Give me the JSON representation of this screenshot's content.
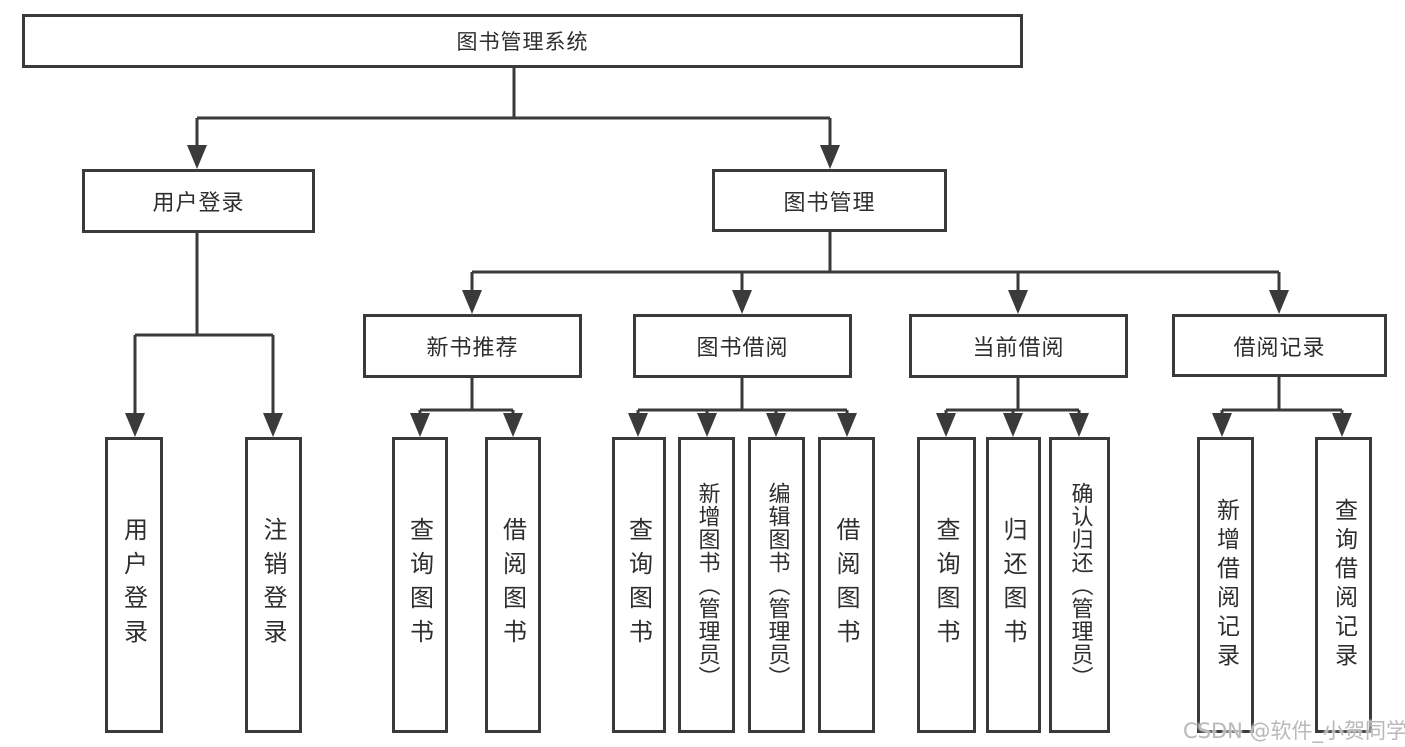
{
  "diagram": {
    "root": "图书管理系统",
    "user_login_branch": {
      "label": "用户登录",
      "children": {
        "user_login": "用户登录",
        "logout_login": "注销登录"
      }
    },
    "book_mgmt_branch": {
      "label": "图书管理",
      "children": {
        "new_books": {
          "label": "新书推荐",
          "children": {
            "query_books": "查询图书",
            "borrow_books": "借阅图书"
          }
        },
        "book_borrow": {
          "label": "图书借阅",
          "children": {
            "query_books": "查询图书",
            "add_books": "新增图书（管理员）",
            "edit_books": "编辑图书（管理员）",
            "borrow_books": "借阅图书"
          }
        },
        "current_borrow": {
          "label": "当前借阅",
          "children": {
            "query_books": "查询图书",
            "return_books": "归还图书",
            "confirm_return": "确认归还（管理员）"
          }
        },
        "borrow_records": {
          "label": "借阅记录",
          "children": {
            "add_record": "新增借阅记录",
            "query_record": "查询借阅记录"
          }
        }
      }
    }
  },
  "watermark": "CSDN @软件_小贺同学",
  "colors": {
    "line": "#3a3a3a",
    "text": "#2e2e2e",
    "box_background": "#ffffff",
    "watermark": "#b9b9b9",
    "background": "#ffffff"
  }
}
